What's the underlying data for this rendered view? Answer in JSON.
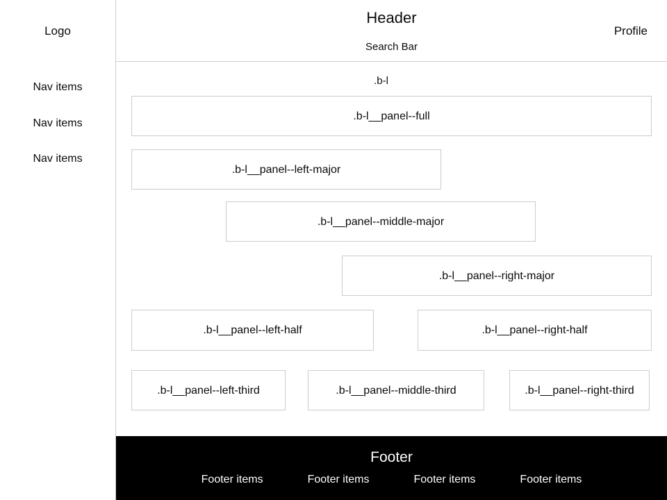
{
  "sidebar": {
    "logo": "Logo",
    "nav_items": [
      "Nav items",
      "Nav items",
      "Nav items"
    ]
  },
  "header": {
    "title": "Header",
    "search_bar": "Search Bar",
    "profile": "Profile"
  },
  "main": {
    "container_label": ".b-l",
    "panels": [
      {
        "label": ".b-l__panel--full"
      },
      {
        "label": ".b-l__panel--left-major"
      },
      {
        "label": ".b-l__panel--middle-major"
      },
      {
        "label": ".b-l__panel--right-major"
      },
      {
        "label": ".b-l__panel--left-half"
      },
      {
        "label": ".b-l__panel--right-half"
      },
      {
        "label": ".b-l__panel--left-third"
      },
      {
        "label": ".b-l__panel--middle-third"
      },
      {
        "label": ".b-l__panel--right-third"
      }
    ]
  },
  "footer": {
    "title": "Footer",
    "items": [
      "Footer items",
      "Footer items",
      "Footer items",
      "Footer items"
    ]
  },
  "colors": {
    "background": "#ffffff",
    "border": "#cccccc",
    "text": "#0a0a0a",
    "footer_background": "#000000",
    "footer_text": "#ffffff"
  }
}
